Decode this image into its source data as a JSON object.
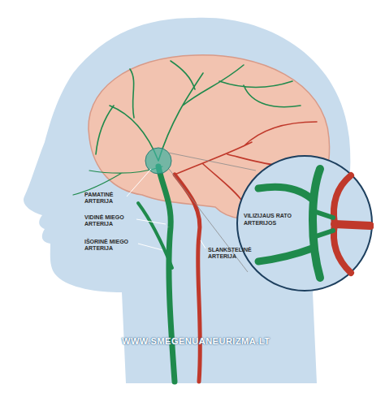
{
  "diagram": {
    "nodes": [
      {
        "text": [
          "VILIZIJAUS RATO ARTERIJOS"
        ]
      }
    ],
    "labels": [
      "PAMATINĖ ARTERIJA",
      "VIDINĖ MIEGO ARTERIJA",
      "IŠORINĖ MIEGO ARTERIJA",
      "SLANKSTELINĖ ARTERIJA",
      "WWW.SMEGENUANEURIZMA.LT"
    ]
  }
}
